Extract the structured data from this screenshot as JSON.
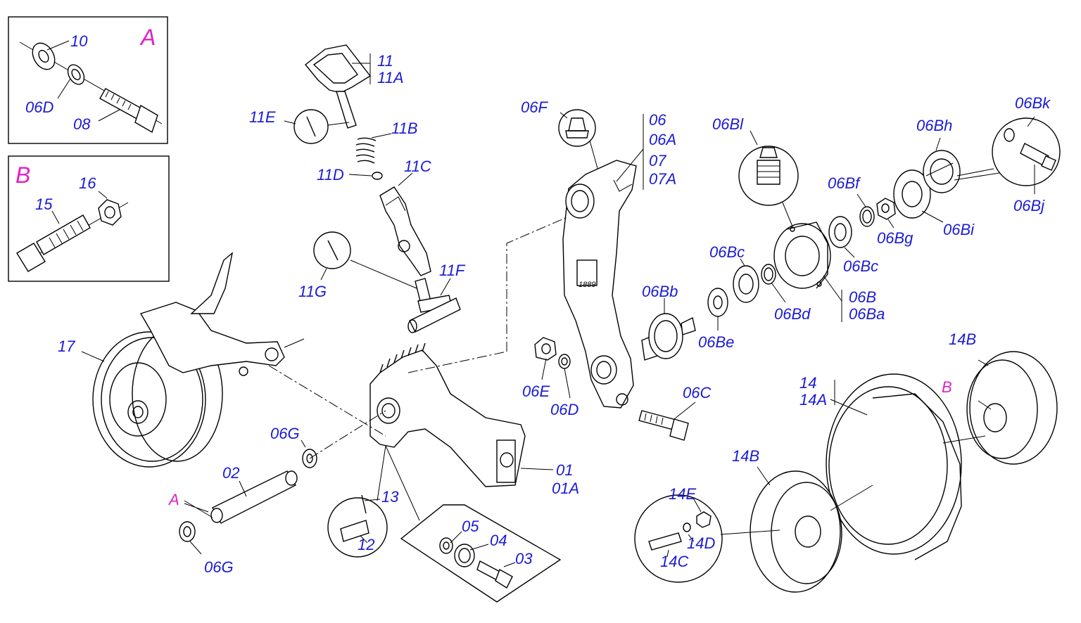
{
  "insets": {
    "a": "A",
    "b": "B"
  },
  "labels": {
    "l10": "10",
    "l06D_a": "06D",
    "l08": "08",
    "l16": "16",
    "l15": "15",
    "l11": "11",
    "l11A": "11A",
    "l11E": "11E",
    "l11B": "11B",
    "l11D": "11D",
    "l11C": "11C",
    "l11G": "11G",
    "l11F": "11F",
    "l06F": "06F",
    "l06": "06",
    "l06A": "06A",
    "l07": "07",
    "l07A": "07A",
    "l06Bl": "06Bl",
    "l06Bh": "06Bh",
    "l06Bk": "06Bk",
    "l06Bf": "06Bf",
    "l06Bg": "06Bg",
    "l06Bi": "06Bi",
    "l06Bj": "06Bj",
    "l06Bc1": "06Bc",
    "l06Bc2": "06Bc",
    "l06Bb": "06Bb",
    "l06Bd": "06Bd",
    "l06B": "06B",
    "l06Ba": "06Ba",
    "l06Be": "06Be",
    "l17": "17",
    "l06E": "06E",
    "l06D": "06D",
    "l06C": "06C",
    "l06G1": "06G",
    "l06G2": "06G",
    "l02": "02",
    "lA": "A",
    "l13": "13",
    "l12": "12",
    "l05": "05",
    "l04": "04",
    "l03": "03",
    "l01": "01",
    "l01A": "01A",
    "l14B1": "14B",
    "l14": "14",
    "l14A": "14A",
    "lB": "B",
    "l14B2": "14B",
    "l14E": "14E",
    "l14D": "14D",
    "l14C": "14C"
  },
  "colors": {
    "label": "#1a1ad6",
    "inset_letter": "#e020c8",
    "line": "#000000"
  }
}
